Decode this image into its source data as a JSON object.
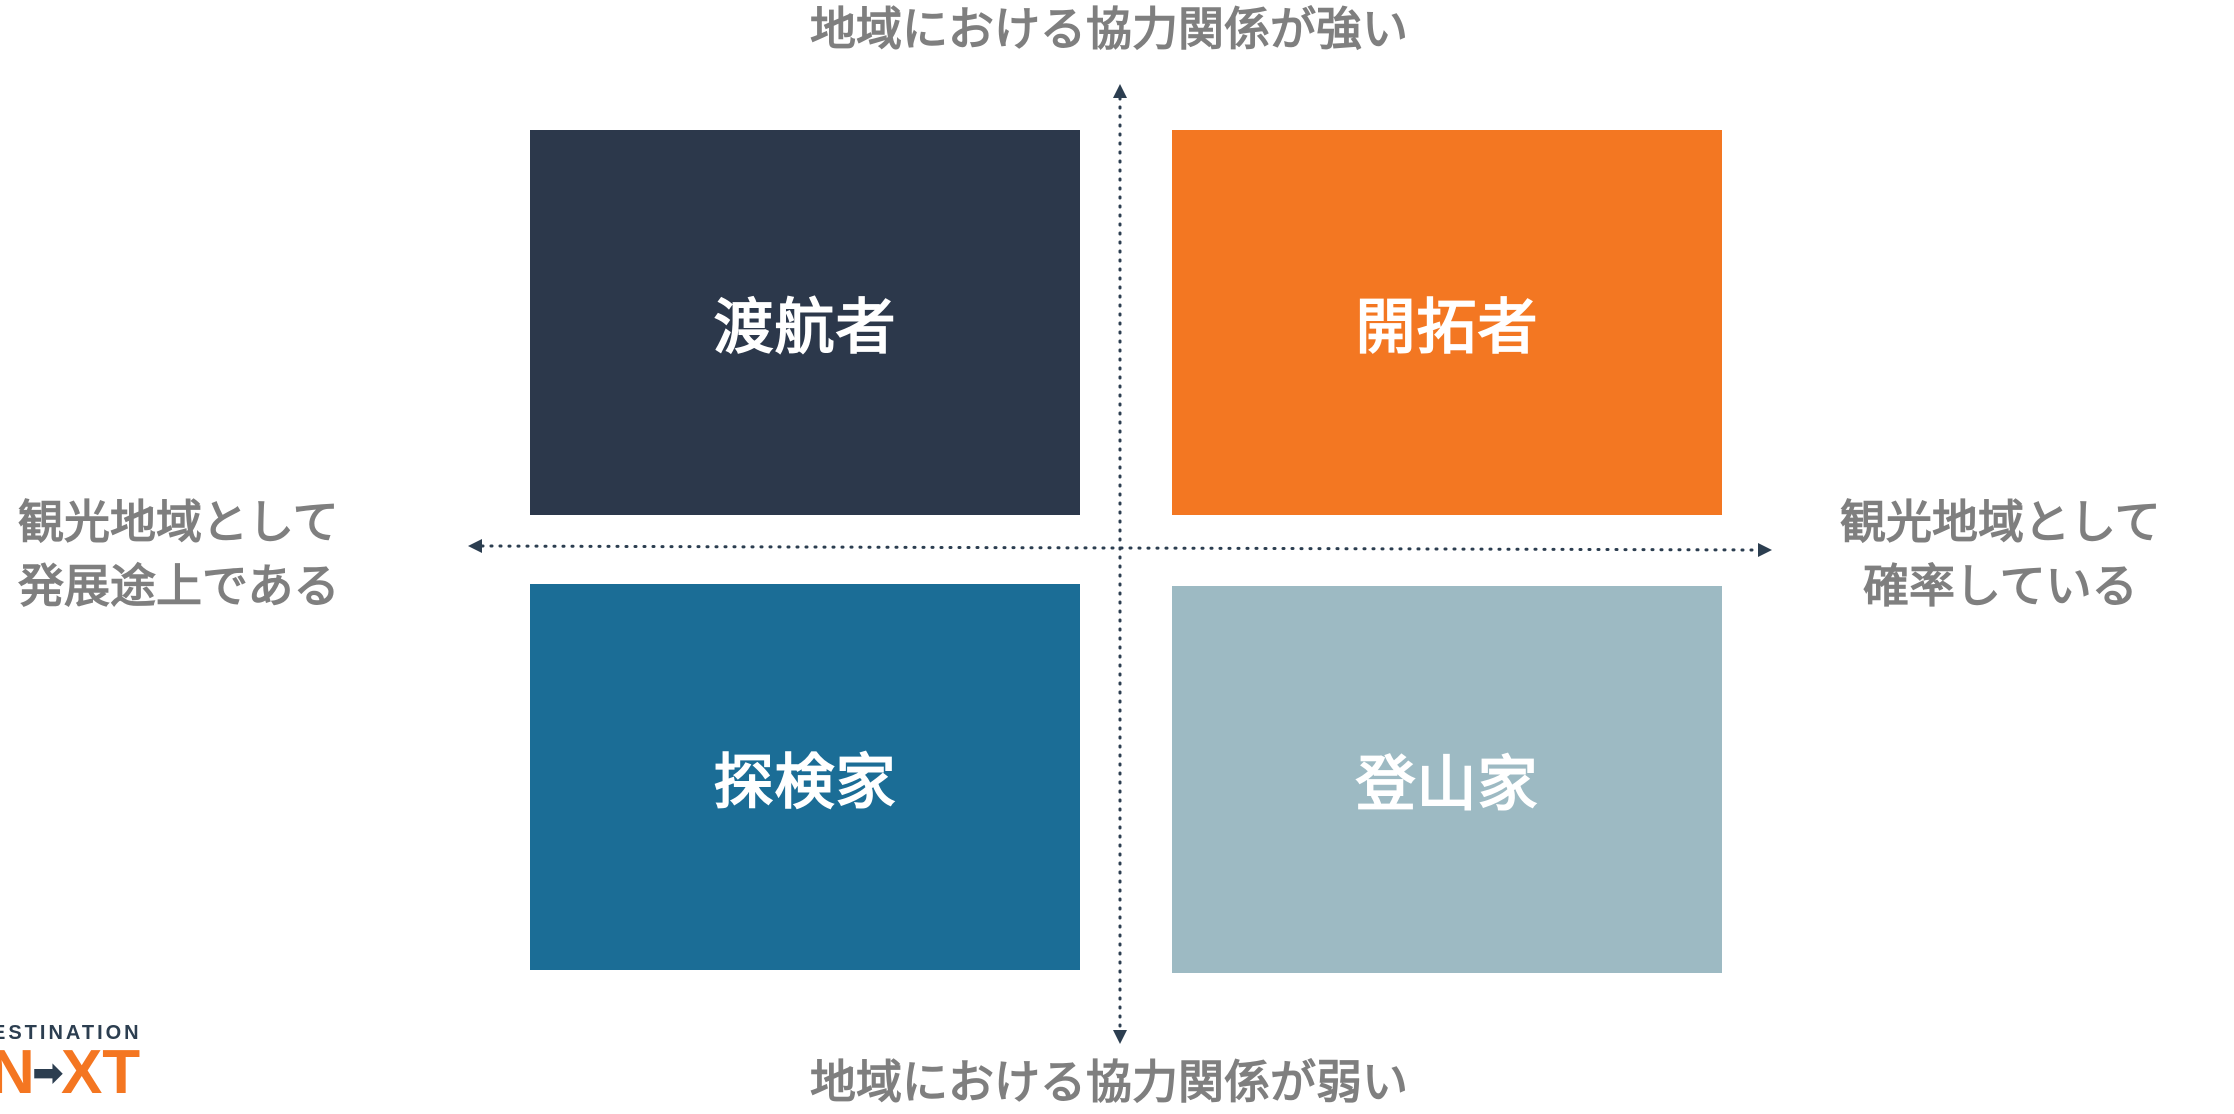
{
  "axes": {
    "top_label": "地域における協力関係が強い",
    "bottom_label": "地域における協力関係が弱い",
    "left_label_line1": "観光地域として",
    "left_label_line2": "発展途上である",
    "right_label_line1": "観光地域として",
    "right_label_line2": "確率している"
  },
  "quadrants": {
    "top_left": {
      "label": "渡航者",
      "color": "#2c384b"
    },
    "top_right": {
      "label": "開拓者",
      "color": "#f37722"
    },
    "bottom_left": {
      "label": "探検家",
      "color": "#1b6d96"
    },
    "bottom_right": {
      "label": "登山家",
      "color": "#9dbac3"
    }
  },
  "colors": {
    "axis_line": "#2c3e50",
    "axis_text": "#7f7f7f"
  },
  "logo": {
    "line1": "ESTINATION",
    "line2_part1": "N",
    "line2_part2": "XT",
    "arrow_icon": "arrow-right-icon"
  }
}
